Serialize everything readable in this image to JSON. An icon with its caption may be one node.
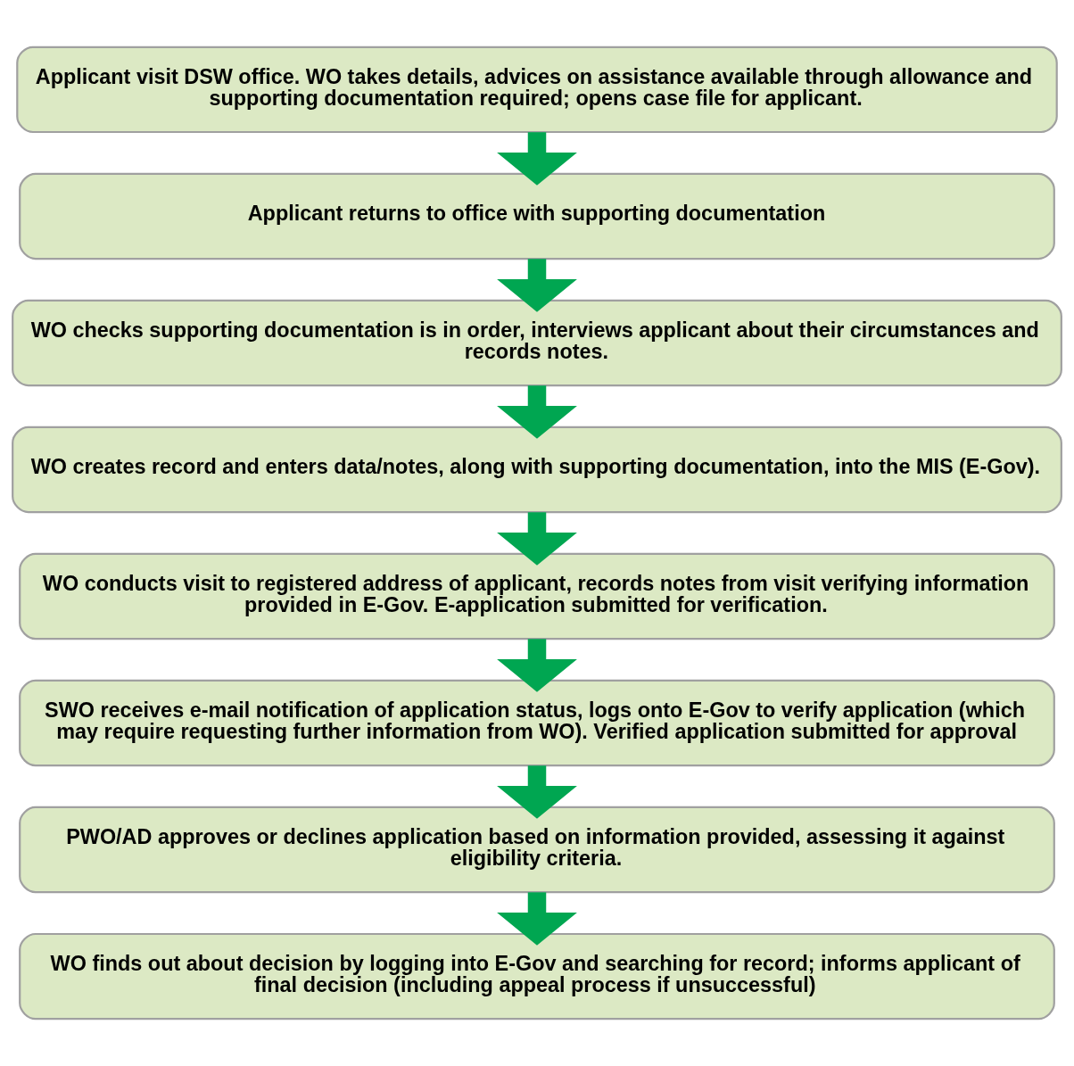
{
  "diagram": {
    "nodes": [
      {
        "text": [
          "Applicant visit DSW office. WO takes details, advices on assistance available through allowance and supporting documentation required; opens case file for applicant."
        ]
      },
      {
        "text": [
          "Applicant returns to office with supporting documentation"
        ]
      },
      {
        "text": [
          "WO checks supporting documentation is in order, interviews applicant about their circumstances and records notes."
        ]
      },
      {
        "text": [
          "WO creates record and enters data/notes, along with supporting documentation, into the MIS (E-Gov)."
        ]
      },
      {
        "text": [
          "WO conducts visit to registered address of applicant, records notes from visit verifying information provided in E-Gov. E-application submitted for verification."
        ]
      },
      {
        "text": [
          "SWO receives e-mail notification of application status, logs onto E-Gov to verify application (which may require requesting further information from WO). Verified application submitted for approval"
        ]
      },
      {
        "text": [
          "PWO/AD approves or declines application based on information provided, assessing it against eligibility criteria."
        ]
      },
      {
        "text": [
          "WO finds out about decision by logging into E-Gov and searching for record; informs applicant of final decision (including appeal process if unsuccessful)"
        ]
      }
    ],
    "edges": [
      {
        "from": 0,
        "to": 1,
        "arrow": "to",
        "color": "#00a651"
      },
      {
        "from": 1,
        "to": 2,
        "arrow": "to",
        "color": "#00a651"
      },
      {
        "from": 2,
        "to": 3,
        "arrow": "to",
        "color": "#00a651"
      },
      {
        "from": 3,
        "to": 4,
        "arrow": "to",
        "color": "#00a651"
      },
      {
        "from": 4,
        "to": 5,
        "arrow": "to",
        "color": "#00a651"
      },
      {
        "from": 5,
        "to": 6,
        "arrow": "to",
        "color": "#00a651"
      },
      {
        "from": 6,
        "to": 7,
        "arrow": "to",
        "color": "#00a651"
      }
    ]
  }
}
